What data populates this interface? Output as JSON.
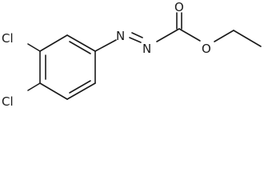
{
  "molecule": {
    "atoms": {
      "cl_upper": "Cl",
      "cl_lower": "Cl",
      "n_left": "N",
      "n_right": "N",
      "o_carbonyl": "O",
      "o_ester": "O"
    },
    "colors": {
      "bond": "#1a1a1a",
      "label": "#1a1a1a",
      "background": "#ffffff"
    }
  }
}
